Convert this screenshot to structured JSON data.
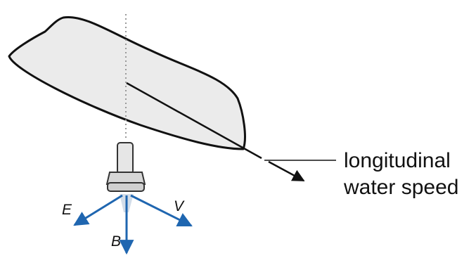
{
  "diagram": {
    "callout": {
      "line1": "longitudinal",
      "line2": "water speed"
    },
    "vectors": {
      "e_label": "E",
      "v_label": "V",
      "b_label": "B"
    },
    "colors": {
      "hull_fill": "#ebebeb",
      "hull_outline": "#111111",
      "vector_arrow": "#1f66b0",
      "vertical_reference": "#9a9a9a"
    }
  }
}
